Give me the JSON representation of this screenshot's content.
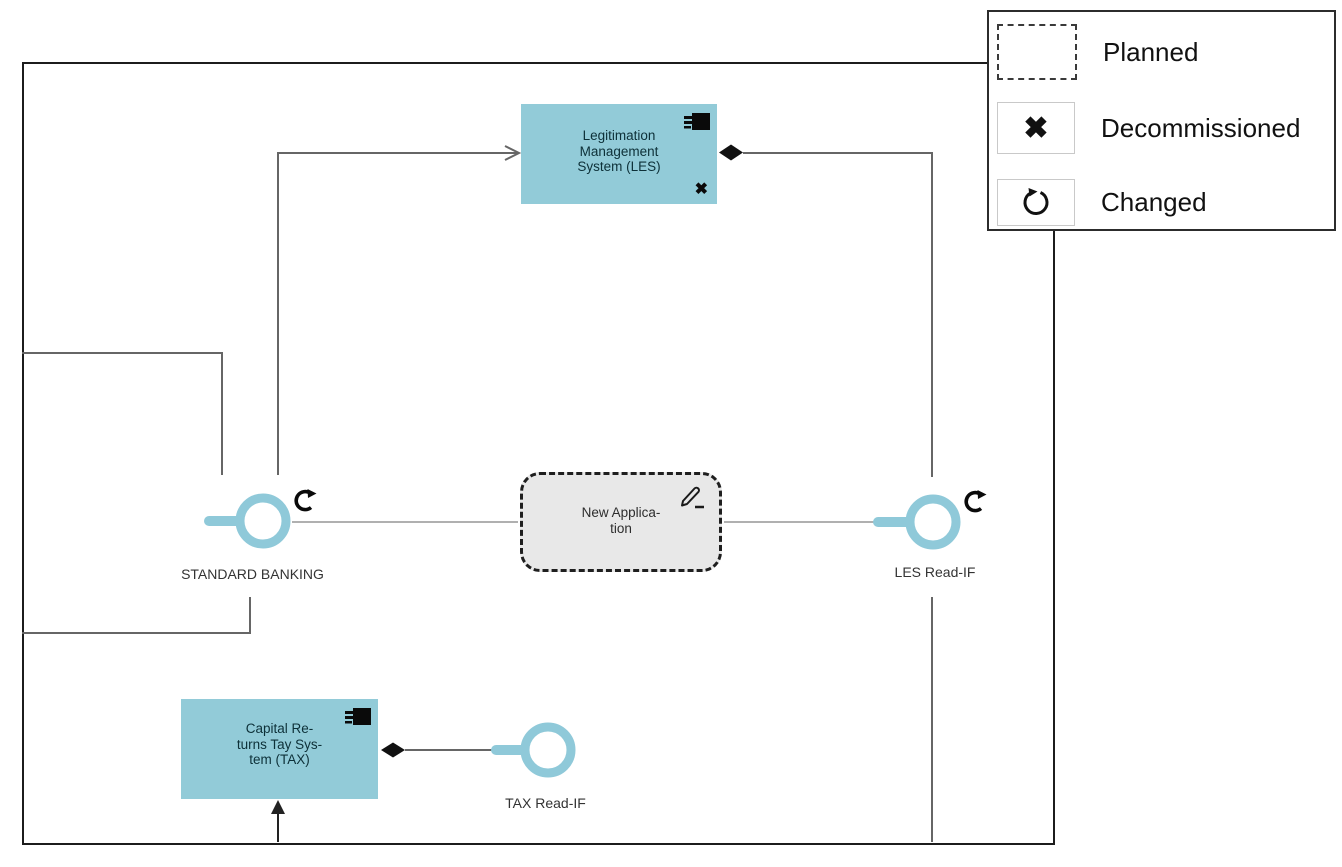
{
  "diagram": {
    "colors": {
      "component_fill": "#92cbd8",
      "interface_stroke": "#8fc9d9",
      "planned_fill": "#e8e8e8",
      "line_dark": "#666666",
      "line_light": "#b0b0b0",
      "boundary": "#1c1c1c"
    },
    "nodes": {
      "les": {
        "lines": [
          "Legitimation",
          "Management",
          "System (LES)"
        ]
      },
      "new_app": {
        "lines": [
          "New Applica-",
          "tion"
        ]
      },
      "tax": {
        "lines": [
          "Capital Re-",
          "turns Tay Sys-",
          "tem (TAX)"
        ]
      },
      "standard_banking": {
        "label": "STANDARD BANKING"
      },
      "les_read_if": {
        "label": "LES Read-IF"
      },
      "tax_read_if": {
        "label": "TAX Read-IF"
      }
    },
    "markers": {
      "decommissioned_glyph": "✖"
    }
  },
  "legend": {
    "items": [
      {
        "label": "Planned"
      },
      {
        "label": "Decommissioned"
      },
      {
        "label": "Changed"
      }
    ],
    "decommissioned_glyph": "✖"
  }
}
